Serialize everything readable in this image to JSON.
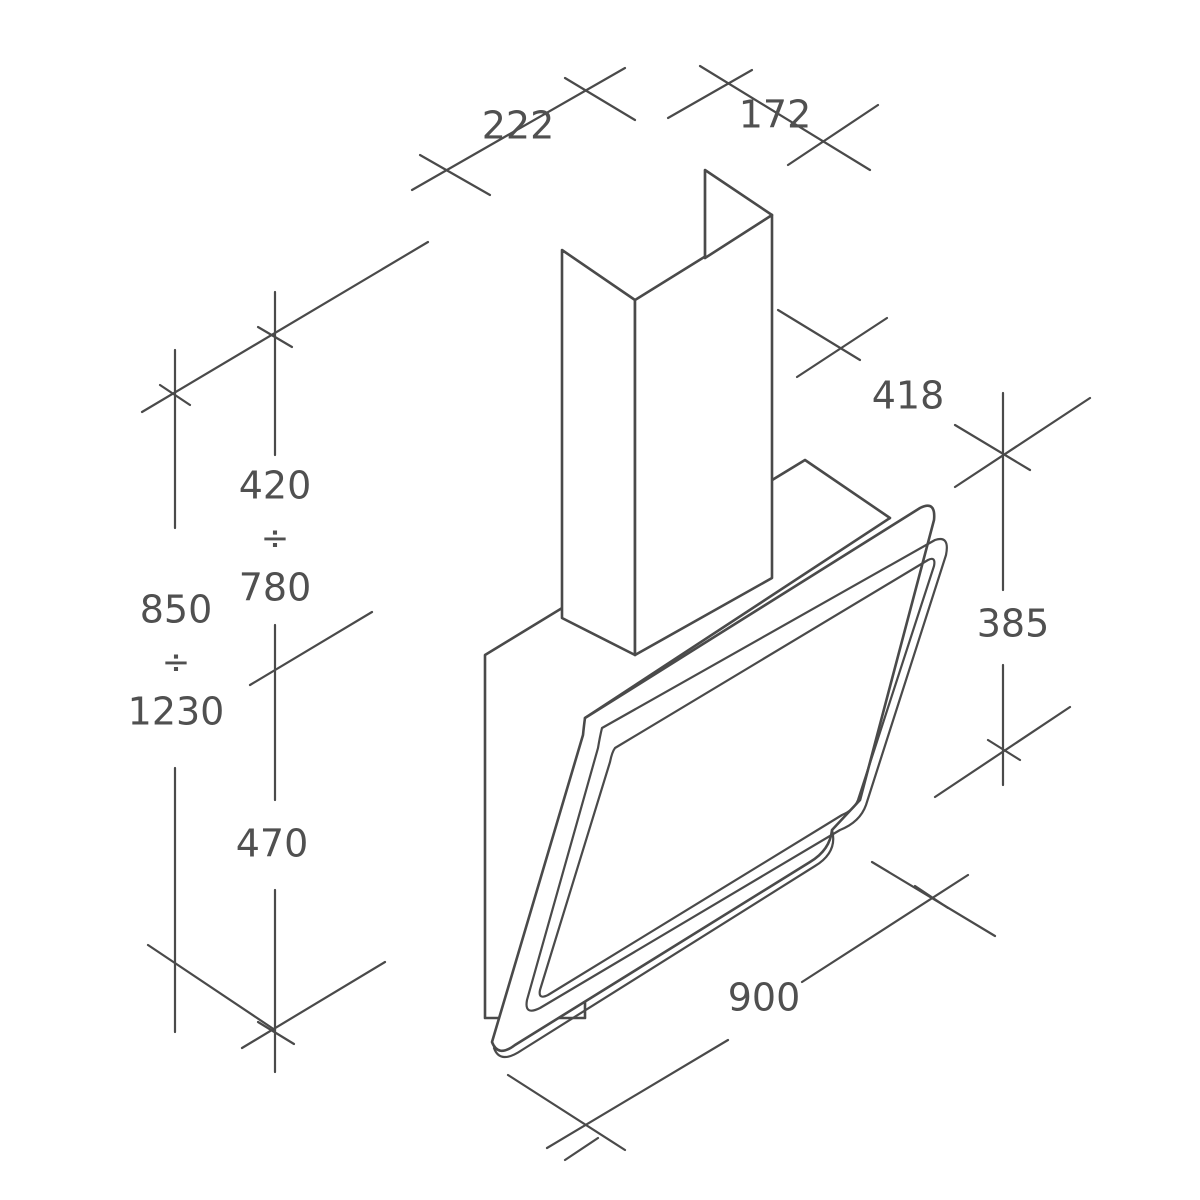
{
  "dimensions": {
    "chimney_width": "222",
    "chimney_depth": "172",
    "hood_depth": "418",
    "chimney_height_min": "420",
    "chimney_height_max": "780",
    "total_height_min": "850",
    "total_height_max": "1230",
    "body_height": "470",
    "panel_height": "385",
    "hood_width": "900",
    "range_separator": "÷"
  }
}
